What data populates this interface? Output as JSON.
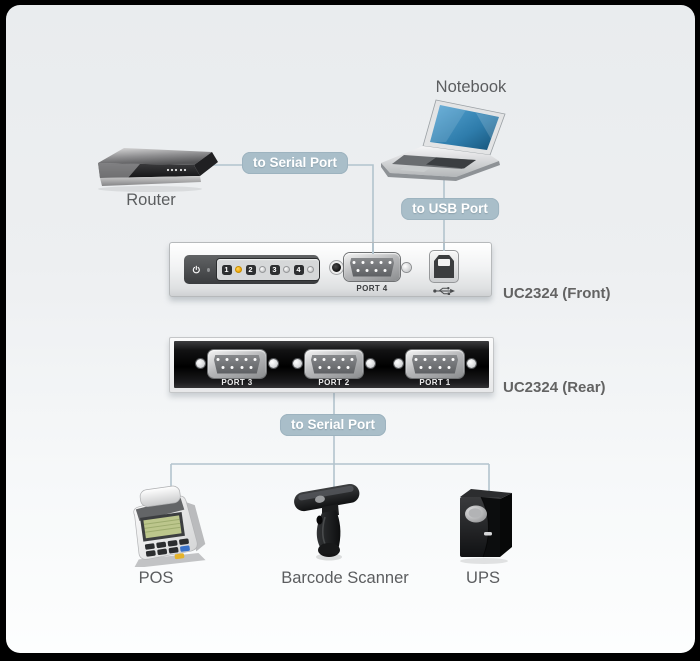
{
  "connections": {
    "router_to_front": "to Serial Port",
    "notebook_to_front": "to USB Port",
    "rear_to_devices": "to Serial Port"
  },
  "front_panel": {
    "name": "UC2324 (Front)",
    "power_icon": "power-icon",
    "port_leds": [
      {
        "num": "1",
        "state": "on"
      },
      {
        "num": "2",
        "state": "off"
      },
      {
        "num": "3",
        "state": "off"
      },
      {
        "num": "4",
        "state": "off"
      }
    ],
    "serial_port_label": "PORT 4",
    "usb_symbol_icon": "usb-trident-icon"
  },
  "rear_panel": {
    "name": "UC2324 (Rear)",
    "ports": [
      {
        "label": "PORT 3"
      },
      {
        "label": "PORT 2"
      },
      {
        "label": "PORT 1"
      }
    ]
  },
  "devices": {
    "router": {
      "label": "Router"
    },
    "notebook": {
      "label": "Notebook"
    },
    "pos": {
      "label": "POS"
    },
    "barcode_scanner": {
      "label": "Barcode Scanner"
    },
    "ups": {
      "label": "UPS"
    }
  },
  "colors": {
    "connector_line": "#b2c3cd",
    "badge_bg": "#a9bec9",
    "badge_text": "#ffffff",
    "led_on": "#f2a300",
    "rear_panel_bg": "#0a0a0a",
    "panel_label_text": "#636363",
    "device_label_text": "#5b5d5f"
  }
}
